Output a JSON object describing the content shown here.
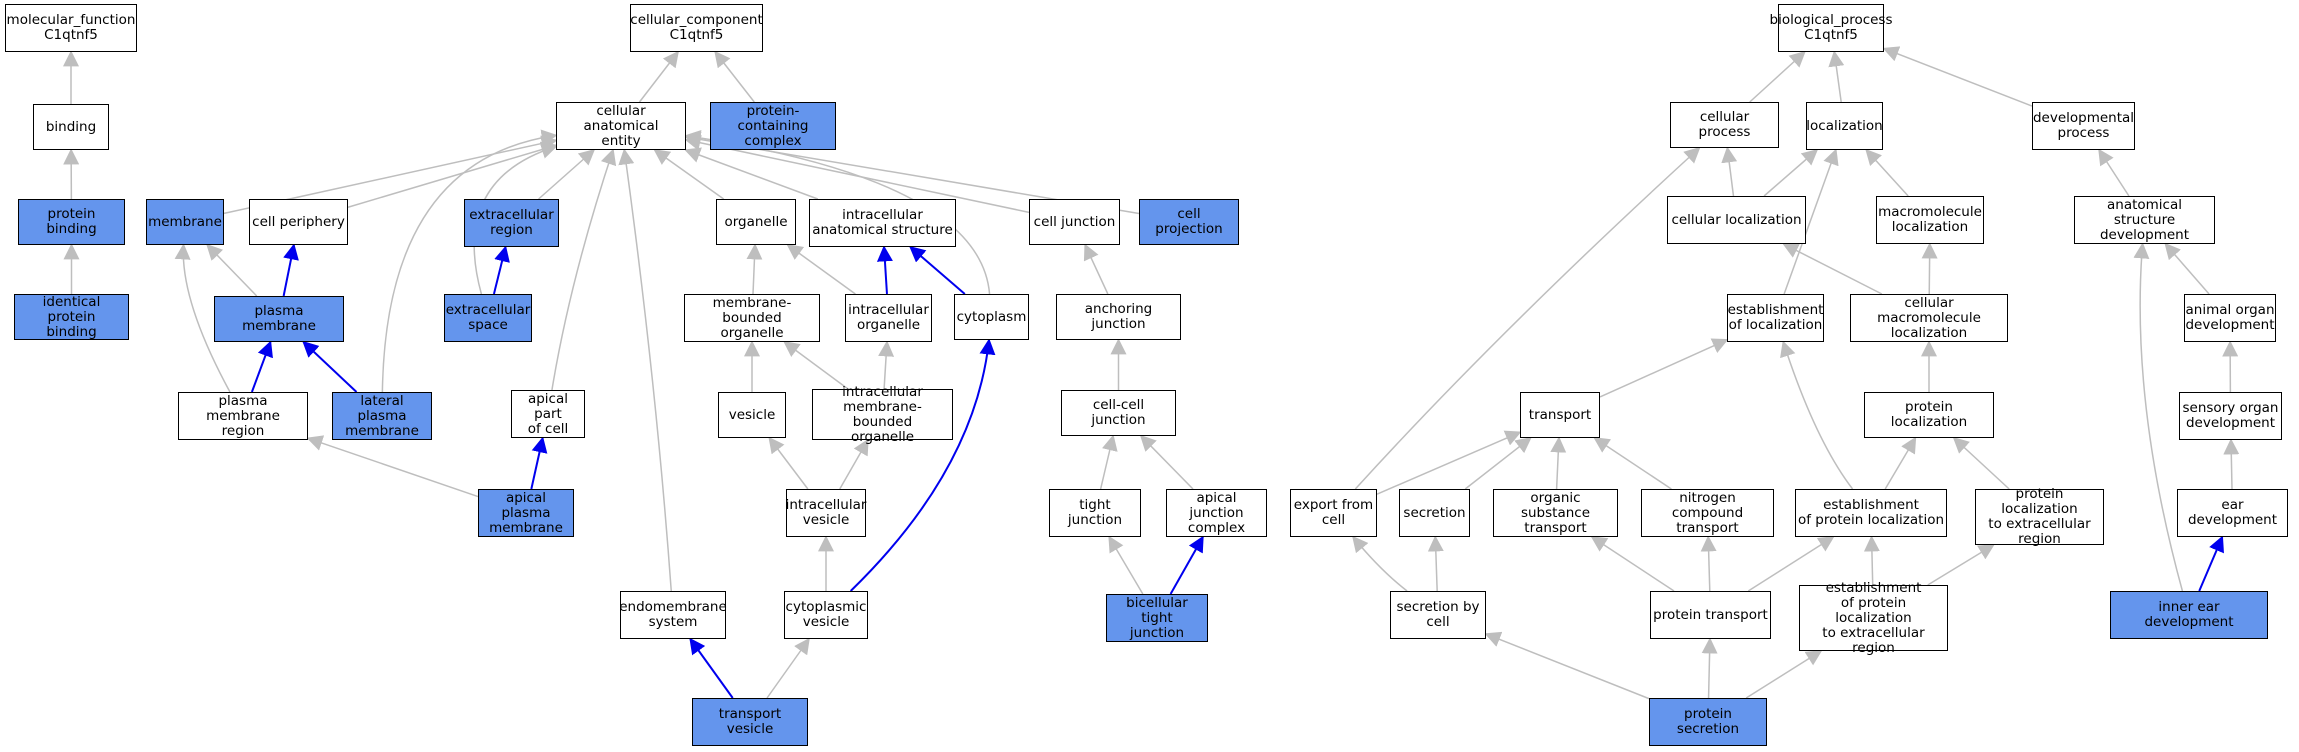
{
  "colors": {
    "highlight": "#6495ed",
    "background": "#ffffff",
    "edge_is_a": "#bebebe",
    "edge_part_of": "#0000ee",
    "border": "#000000"
  },
  "nodes": [
    {
      "id": "mf",
      "label": "molecular_function\nC1qtnf5",
      "highlighted": false
    },
    {
      "id": "binding",
      "label": "binding",
      "highlighted": false
    },
    {
      "id": "protein_binding",
      "label": "protein binding",
      "highlighted": true
    },
    {
      "id": "identical_protein_binding",
      "label": "identical protein\nbinding",
      "highlighted": true
    },
    {
      "id": "cc",
      "label": "cellular_component\nC1qtnf5",
      "highlighted": false
    },
    {
      "id": "cae",
      "label": "cellular anatomical\nentity",
      "highlighted": false
    },
    {
      "id": "pcc",
      "label": "protein-containing\ncomplex",
      "highlighted": true
    },
    {
      "id": "membrane",
      "label": "membrane",
      "highlighted": true
    },
    {
      "id": "cell_periphery",
      "label": "cell periphery",
      "highlighted": false
    },
    {
      "id": "extracellular_region",
      "label": "extracellular\nregion",
      "highlighted": true
    },
    {
      "id": "organelle",
      "label": "organelle",
      "highlighted": false
    },
    {
      "id": "ias",
      "label": "intracellular\nanatomical structure",
      "highlighted": false
    },
    {
      "id": "cell_junction",
      "label": "cell junction",
      "highlighted": false
    },
    {
      "id": "cell_projection",
      "label": "cell projection",
      "highlighted": true
    },
    {
      "id": "plasma_membrane",
      "label": "plasma membrane",
      "highlighted": true
    },
    {
      "id": "extracellular_space",
      "label": "extracellular\nspace",
      "highlighted": true
    },
    {
      "id": "mbo",
      "label": "membrane-bounded\norganelle",
      "highlighted": false
    },
    {
      "id": "io",
      "label": "intracellular\norganelle",
      "highlighted": false
    },
    {
      "id": "cytoplasm",
      "label": "cytoplasm",
      "highlighted": false
    },
    {
      "id": "anchoring_junction",
      "label": "anchoring junction",
      "highlighted": false
    },
    {
      "id": "pmr",
      "label": "plasma membrane\nregion",
      "highlighted": false
    },
    {
      "id": "lpm",
      "label": "lateral plasma\nmembrane",
      "highlighted": true
    },
    {
      "id": "apc",
      "label": "apical part\nof cell",
      "highlighted": false
    },
    {
      "id": "vesicle",
      "label": "vesicle",
      "highlighted": false
    },
    {
      "id": "imbo",
      "label": "intracellular\nmembrane-bounded\norganelle",
      "highlighted": false
    },
    {
      "id": "ccj",
      "label": "cell-cell junction",
      "highlighted": false
    },
    {
      "id": "apm",
      "label": "apical plasma\nmembrane",
      "highlighted": true
    },
    {
      "id": "iv",
      "label": "intracellular\nvesicle",
      "highlighted": false
    },
    {
      "id": "tj",
      "label": "tight junction",
      "highlighted": false
    },
    {
      "id": "ajc",
      "label": "apical junction\ncomplex",
      "highlighted": false
    },
    {
      "id": "es",
      "label": "endomembrane\nsystem",
      "highlighted": false
    },
    {
      "id": "cv",
      "label": "cytoplasmic\nvesicle",
      "highlighted": false
    },
    {
      "id": "btj",
      "label": "bicellular tight\njunction",
      "highlighted": true
    },
    {
      "id": "tv",
      "label": "transport vesicle",
      "highlighted": true
    },
    {
      "id": "bp",
      "label": "biological_process\nC1qtnf5",
      "highlighted": false
    },
    {
      "id": "cp",
      "label": "cellular process",
      "highlighted": false
    },
    {
      "id": "loc",
      "label": "localization",
      "highlighted": false
    },
    {
      "id": "dp",
      "label": "developmental\nprocess",
      "highlighted": false
    },
    {
      "id": "cl",
      "label": "cellular localization",
      "highlighted": false
    },
    {
      "id": "ml",
      "label": "macromolecule\nlocalization",
      "highlighted": false
    },
    {
      "id": "asd",
      "label": "anatomical structure\ndevelopment",
      "highlighted": false
    },
    {
      "id": "eol",
      "label": "establishment\nof localization",
      "highlighted": false
    },
    {
      "id": "cml",
      "label": "cellular macromolecule\nlocalization",
      "highlighted": false
    },
    {
      "id": "aod",
      "label": "animal organ\ndevelopment",
      "highlighted": false
    },
    {
      "id": "transport",
      "label": "transport",
      "highlighted": false
    },
    {
      "id": "pl",
      "label": "protein localization",
      "highlighted": false
    },
    {
      "id": "sod",
      "label": "sensory organ\ndevelopment",
      "highlighted": false
    },
    {
      "id": "efc",
      "label": "export from\ncell",
      "highlighted": false
    },
    {
      "id": "secretion",
      "label": "secretion",
      "highlighted": false
    },
    {
      "id": "ost",
      "label": "organic substance\ntransport",
      "highlighted": false
    },
    {
      "id": "nct",
      "label": "nitrogen compound\ntransport",
      "highlighted": false
    },
    {
      "id": "epl",
      "label": "establishment\nof protein localization",
      "highlighted": false
    },
    {
      "id": "pler",
      "label": "protein localization\nto extracellular\nregion",
      "highlighted": false
    },
    {
      "id": "ed",
      "label": "ear development",
      "highlighted": false
    },
    {
      "id": "sbc",
      "label": "secretion by\ncell",
      "highlighted": false
    },
    {
      "id": "pt",
      "label": "protein transport",
      "highlighted": false
    },
    {
      "id": "epler",
      "label": "establishment\nof protein localization\nto extracellular\nregion",
      "highlighted": false
    },
    {
      "id": "ied",
      "label": "inner ear development",
      "highlighted": true
    },
    {
      "id": "ps",
      "label": "protein secretion",
      "highlighted": true
    }
  ],
  "edges": [
    {
      "from": "binding",
      "to": "mf",
      "type": "is_a"
    },
    {
      "from": "protein_binding",
      "to": "binding",
      "type": "is_a"
    },
    {
      "from": "identical_protein_binding",
      "to": "protein_binding",
      "type": "is_a"
    },
    {
      "from": "cae",
      "to": "cc",
      "type": "is_a"
    },
    {
      "from": "pcc",
      "to": "cc",
      "type": "is_a"
    },
    {
      "from": "membrane",
      "to": "cae",
      "type": "is_a"
    },
    {
      "from": "cell_periphery",
      "to": "cae",
      "type": "is_a"
    },
    {
      "from": "extracellular_region",
      "to": "cae",
      "type": "is_a"
    },
    {
      "from": "organelle",
      "to": "cae",
      "type": "is_a"
    },
    {
      "from": "ias",
      "to": "cae",
      "type": "is_a"
    },
    {
      "from": "cell_junction",
      "to": "cae",
      "type": "is_a"
    },
    {
      "from": "cell_projection",
      "to": "cae",
      "type": "is_a"
    },
    {
      "from": "extracellular_space",
      "to": "cae",
      "type": "is_a"
    },
    {
      "from": "lpm",
      "to": "cae",
      "type": "is_a"
    },
    {
      "from": "apc",
      "to": "cae",
      "type": "is_a"
    },
    {
      "from": "es",
      "to": "cae",
      "type": "is_a"
    },
    {
      "from": "cytoplasm",
      "to": "cae",
      "type": "is_a"
    },
    {
      "from": "plasma_membrane",
      "to": "membrane",
      "type": "is_a"
    },
    {
      "from": "plasma_membrane",
      "to": "cell_periphery",
      "type": "part_of"
    },
    {
      "from": "extracellular_space",
      "to": "extracellular_region",
      "type": "part_of"
    },
    {
      "from": "mbo",
      "to": "organelle",
      "type": "is_a"
    },
    {
      "from": "io",
      "to": "organelle",
      "type": "is_a"
    },
    {
      "from": "io",
      "to": "ias",
      "type": "part_of"
    },
    {
      "from": "cytoplasm",
      "to": "ias",
      "type": "part_of"
    },
    {
      "from": "anchoring_junction",
      "to": "cell_junction",
      "type": "is_a"
    },
    {
      "from": "pmr",
      "to": "membrane",
      "type": "is_a"
    },
    {
      "from": "pmr",
      "to": "plasma_membrane",
      "type": "part_of"
    },
    {
      "from": "lpm",
      "to": "plasma_membrane",
      "type": "part_of"
    },
    {
      "from": "vesicle",
      "to": "mbo",
      "type": "is_a"
    },
    {
      "from": "imbo",
      "to": "mbo",
      "type": "is_a"
    },
    {
      "from": "imbo",
      "to": "io",
      "type": "is_a"
    },
    {
      "from": "ccj",
      "to": "anchoring_junction",
      "type": "is_a"
    },
    {
      "from": "apm",
      "to": "pmr",
      "type": "is_a"
    },
    {
      "from": "apm",
      "to": "apc",
      "type": "part_of"
    },
    {
      "from": "iv",
      "to": "vesicle",
      "type": "is_a"
    },
    {
      "from": "iv",
      "to": "imbo",
      "type": "is_a"
    },
    {
      "from": "tj",
      "to": "ccj",
      "type": "is_a"
    },
    {
      "from": "ajc",
      "to": "ccj",
      "type": "is_a"
    },
    {
      "from": "cv",
      "to": "iv",
      "type": "is_a"
    },
    {
      "from": "cv",
      "to": "cytoplasm",
      "type": "part_of"
    },
    {
      "from": "btj",
      "to": "tj",
      "type": "is_a"
    },
    {
      "from": "btj",
      "to": "ajc",
      "type": "part_of"
    },
    {
      "from": "tv",
      "to": "es",
      "type": "part_of"
    },
    {
      "from": "tv",
      "to": "cv",
      "type": "is_a"
    },
    {
      "from": "cp",
      "to": "bp",
      "type": "is_a"
    },
    {
      "from": "loc",
      "to": "bp",
      "type": "is_a"
    },
    {
      "from": "dp",
      "to": "bp",
      "type": "is_a"
    },
    {
      "from": "cl",
      "to": "cp",
      "type": "is_a"
    },
    {
      "from": "cl",
      "to": "loc",
      "type": "is_a"
    },
    {
      "from": "ml",
      "to": "loc",
      "type": "is_a"
    },
    {
      "from": "asd",
      "to": "dp",
      "type": "is_a"
    },
    {
      "from": "eol",
      "to": "loc",
      "type": "is_a"
    },
    {
      "from": "cml",
      "to": "cl",
      "type": "is_a"
    },
    {
      "from": "cml",
      "to": "ml",
      "type": "is_a"
    },
    {
      "from": "aod",
      "to": "asd",
      "type": "is_a"
    },
    {
      "from": "transport",
      "to": "eol",
      "type": "is_a"
    },
    {
      "from": "pl",
      "to": "cml",
      "type": "is_a"
    },
    {
      "from": "sod",
      "to": "aod",
      "type": "is_a"
    },
    {
      "from": "efc",
      "to": "cp",
      "type": "is_a"
    },
    {
      "from": "efc",
      "to": "transport",
      "type": "is_a"
    },
    {
      "from": "secretion",
      "to": "transport",
      "type": "is_a"
    },
    {
      "from": "ost",
      "to": "transport",
      "type": "is_a"
    },
    {
      "from": "nct",
      "to": "transport",
      "type": "is_a"
    },
    {
      "from": "epl",
      "to": "eol",
      "type": "is_a"
    },
    {
      "from": "epl",
      "to": "pl",
      "type": "is_a"
    },
    {
      "from": "pler",
      "to": "pl",
      "type": "is_a"
    },
    {
      "from": "ed",
      "to": "sod",
      "type": "is_a"
    },
    {
      "from": "sbc",
      "to": "efc",
      "type": "is_a"
    },
    {
      "from": "sbc",
      "to": "secretion",
      "type": "is_a"
    },
    {
      "from": "pt",
      "to": "ost",
      "type": "is_a"
    },
    {
      "from": "pt",
      "to": "nct",
      "type": "is_a"
    },
    {
      "from": "pt",
      "to": "epl",
      "type": "is_a"
    },
    {
      "from": "epler",
      "to": "epl",
      "type": "is_a"
    },
    {
      "from": "epler",
      "to": "pler",
      "type": "is_a"
    },
    {
      "from": "ied",
      "to": "asd",
      "type": "is_a"
    },
    {
      "from": "ied",
      "to": "ed",
      "type": "part_of"
    },
    {
      "from": "ps",
      "to": "sbc",
      "type": "is_a"
    },
    {
      "from": "ps",
      "to": "pt",
      "type": "is_a"
    },
    {
      "from": "ps",
      "to": "epler",
      "type": "is_a"
    }
  ]
}
